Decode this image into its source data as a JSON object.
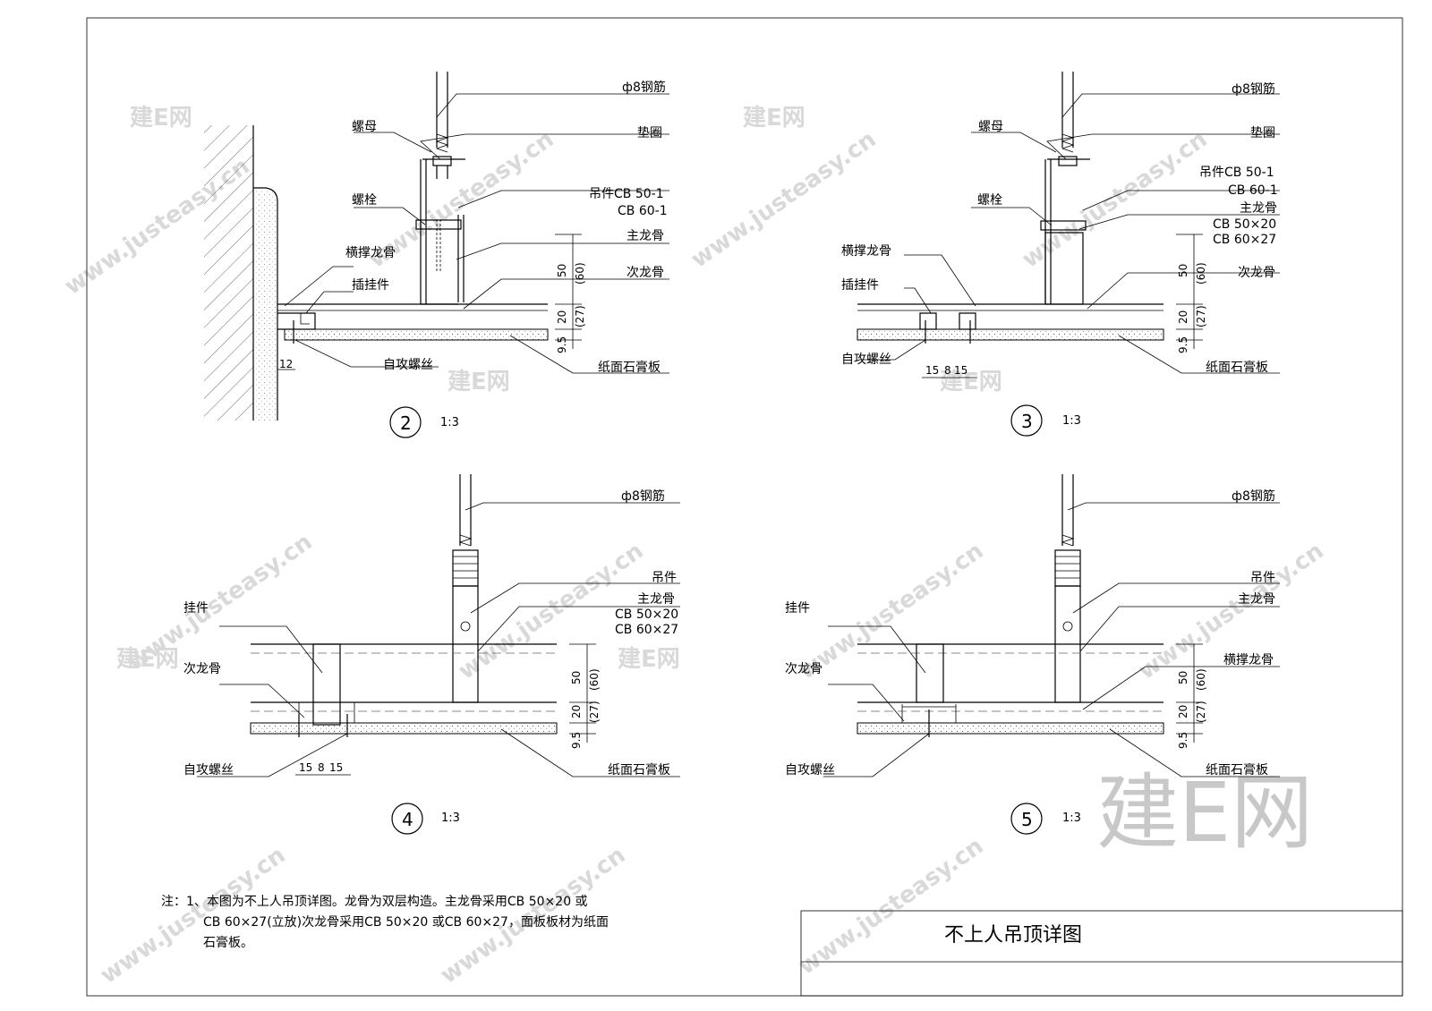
{
  "title": "不上人吊顶详图",
  "watermark": {
    "site": "www.justeasy.cn",
    "brand": "建E网"
  },
  "details": [
    {
      "number": "2",
      "scale": "1:3",
      "labels": [
        {
          "text": "ф8钢筋"
        },
        {
          "text": "螺母"
        },
        {
          "text": "垫圈"
        },
        {
          "text": "吊件CB 50-1"
        },
        {
          "text": "CB 60-1"
        },
        {
          "text": "螺栓"
        },
        {
          "text": "主龙骨"
        },
        {
          "text": "横撑龙骨"
        },
        {
          "text": "次龙骨"
        },
        {
          "text": "插挂件"
        },
        {
          "text": "自攻螺丝"
        },
        {
          "text": "纸面石膏板"
        }
      ],
      "dims": [
        "50",
        "(60)",
        "20",
        "(27)",
        "9.5",
        "12"
      ]
    },
    {
      "number": "3",
      "scale": "1:3",
      "labels": [
        {
          "text": "ф8钢筋"
        },
        {
          "text": "螺母"
        },
        {
          "text": "垫圈"
        },
        {
          "text": "吊件CB 50-1"
        },
        {
          "text": "CB 60-1"
        },
        {
          "text": "螺栓"
        },
        {
          "text": "主龙骨"
        },
        {
          "text": "CB 50×20"
        },
        {
          "text": "CB 60×27"
        },
        {
          "text": "横撑龙骨"
        },
        {
          "text": "次龙骨"
        },
        {
          "text": "插挂件"
        },
        {
          "text": "自攻螺丝"
        },
        {
          "text": "纸面石膏板"
        }
      ],
      "dims": [
        "50",
        "(60)",
        "20",
        "(27)",
        "9.5",
        "15",
        "8",
        "15"
      ]
    },
    {
      "number": "4",
      "scale": "1:3",
      "labels": [
        {
          "text": "ф8钢筋"
        },
        {
          "text": "吊件"
        },
        {
          "text": "主龙骨"
        },
        {
          "text": "CB 50×20"
        },
        {
          "text": "CB 60×27"
        },
        {
          "text": "挂件"
        },
        {
          "text": "次龙骨"
        },
        {
          "text": "自攻螺丝"
        },
        {
          "text": "纸面石膏板"
        }
      ],
      "dims": [
        "50",
        "(60)",
        "20",
        "(27)",
        "9.5",
        "15",
        "8",
        "15"
      ]
    },
    {
      "number": "5",
      "scale": "1:3",
      "labels": [
        {
          "text": "ф8钢筋"
        },
        {
          "text": "吊件"
        },
        {
          "text": "主龙骨"
        },
        {
          "text": "挂件"
        },
        {
          "text": "横撑龙骨"
        },
        {
          "text": "次龙骨"
        },
        {
          "text": "自攻螺丝"
        },
        {
          "text": "纸面石膏板"
        }
      ],
      "dims": [
        "50",
        "(60)",
        "20",
        "(27)",
        "9.5"
      ]
    }
  ],
  "notes": [
    "注：1、本图为不上人吊顶详图。龙骨为双层构造。主龙骨采用CB 50×20 或",
    "CB 60×27(立放)次龙骨采用CB 50×20 或CB 60×27，面板板材为纸面",
    "石膏板。"
  ]
}
